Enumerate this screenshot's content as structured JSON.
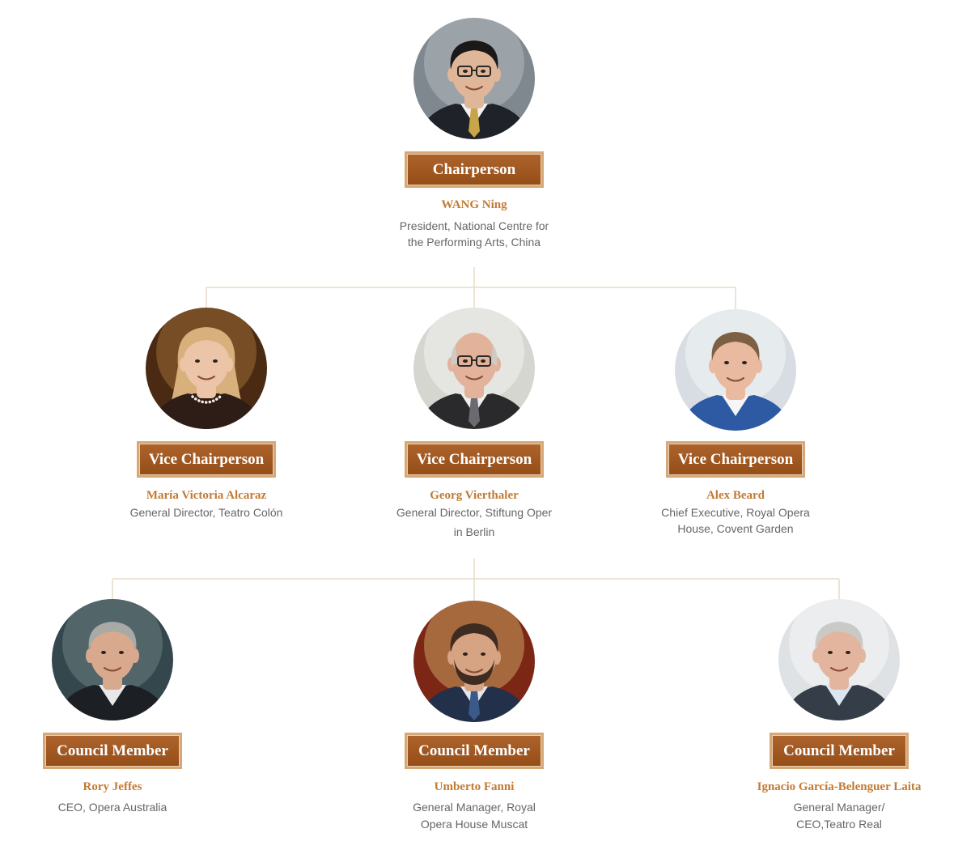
{
  "chairperson": {
    "role": "Chairperson",
    "name": "WANG Ning",
    "title_lines": [
      "President, National Centre for",
      "the Performing Arts, China"
    ]
  },
  "vice_chairpersons": [
    {
      "role": "Vice Chairperson",
      "name": "María Victoria Alcaraz",
      "title_lines": [
        "General Director, Teatro Colón"
      ]
    },
    {
      "role": "Vice Chairperson",
      "name": "Georg Vierthaler",
      "title_lines": [
        "General Director, Stiftung Oper",
        "in Berlin"
      ]
    },
    {
      "role": "Vice Chairperson",
      "name": "Alex Beard",
      "title_lines": [
        "Chief Executive, Royal Opera",
        "House, Covent Garden"
      ]
    }
  ],
  "council_members": [
    {
      "role": "Council Member",
      "name": "Rory Jeffes",
      "title_lines": [
        "CEO, Opera Australia"
      ]
    },
    {
      "role": "Council Member",
      "name": "Umberto Fanni",
      "title_lines": [
        "General Manager, Royal",
        "Opera House Muscat"
      ]
    },
    {
      "role": "Council Member",
      "name": "Ignacio García-Belenguer Laita",
      "title_lines": [
        "General Manager/",
        "CEO,Teatro Real"
      ]
    }
  ],
  "colors": {
    "badge_fill": "#a6561a",
    "badge_border": "#d6a878",
    "name_text": "#c27a33",
    "title_text": "#666666",
    "connector": "#e8dbc7"
  }
}
